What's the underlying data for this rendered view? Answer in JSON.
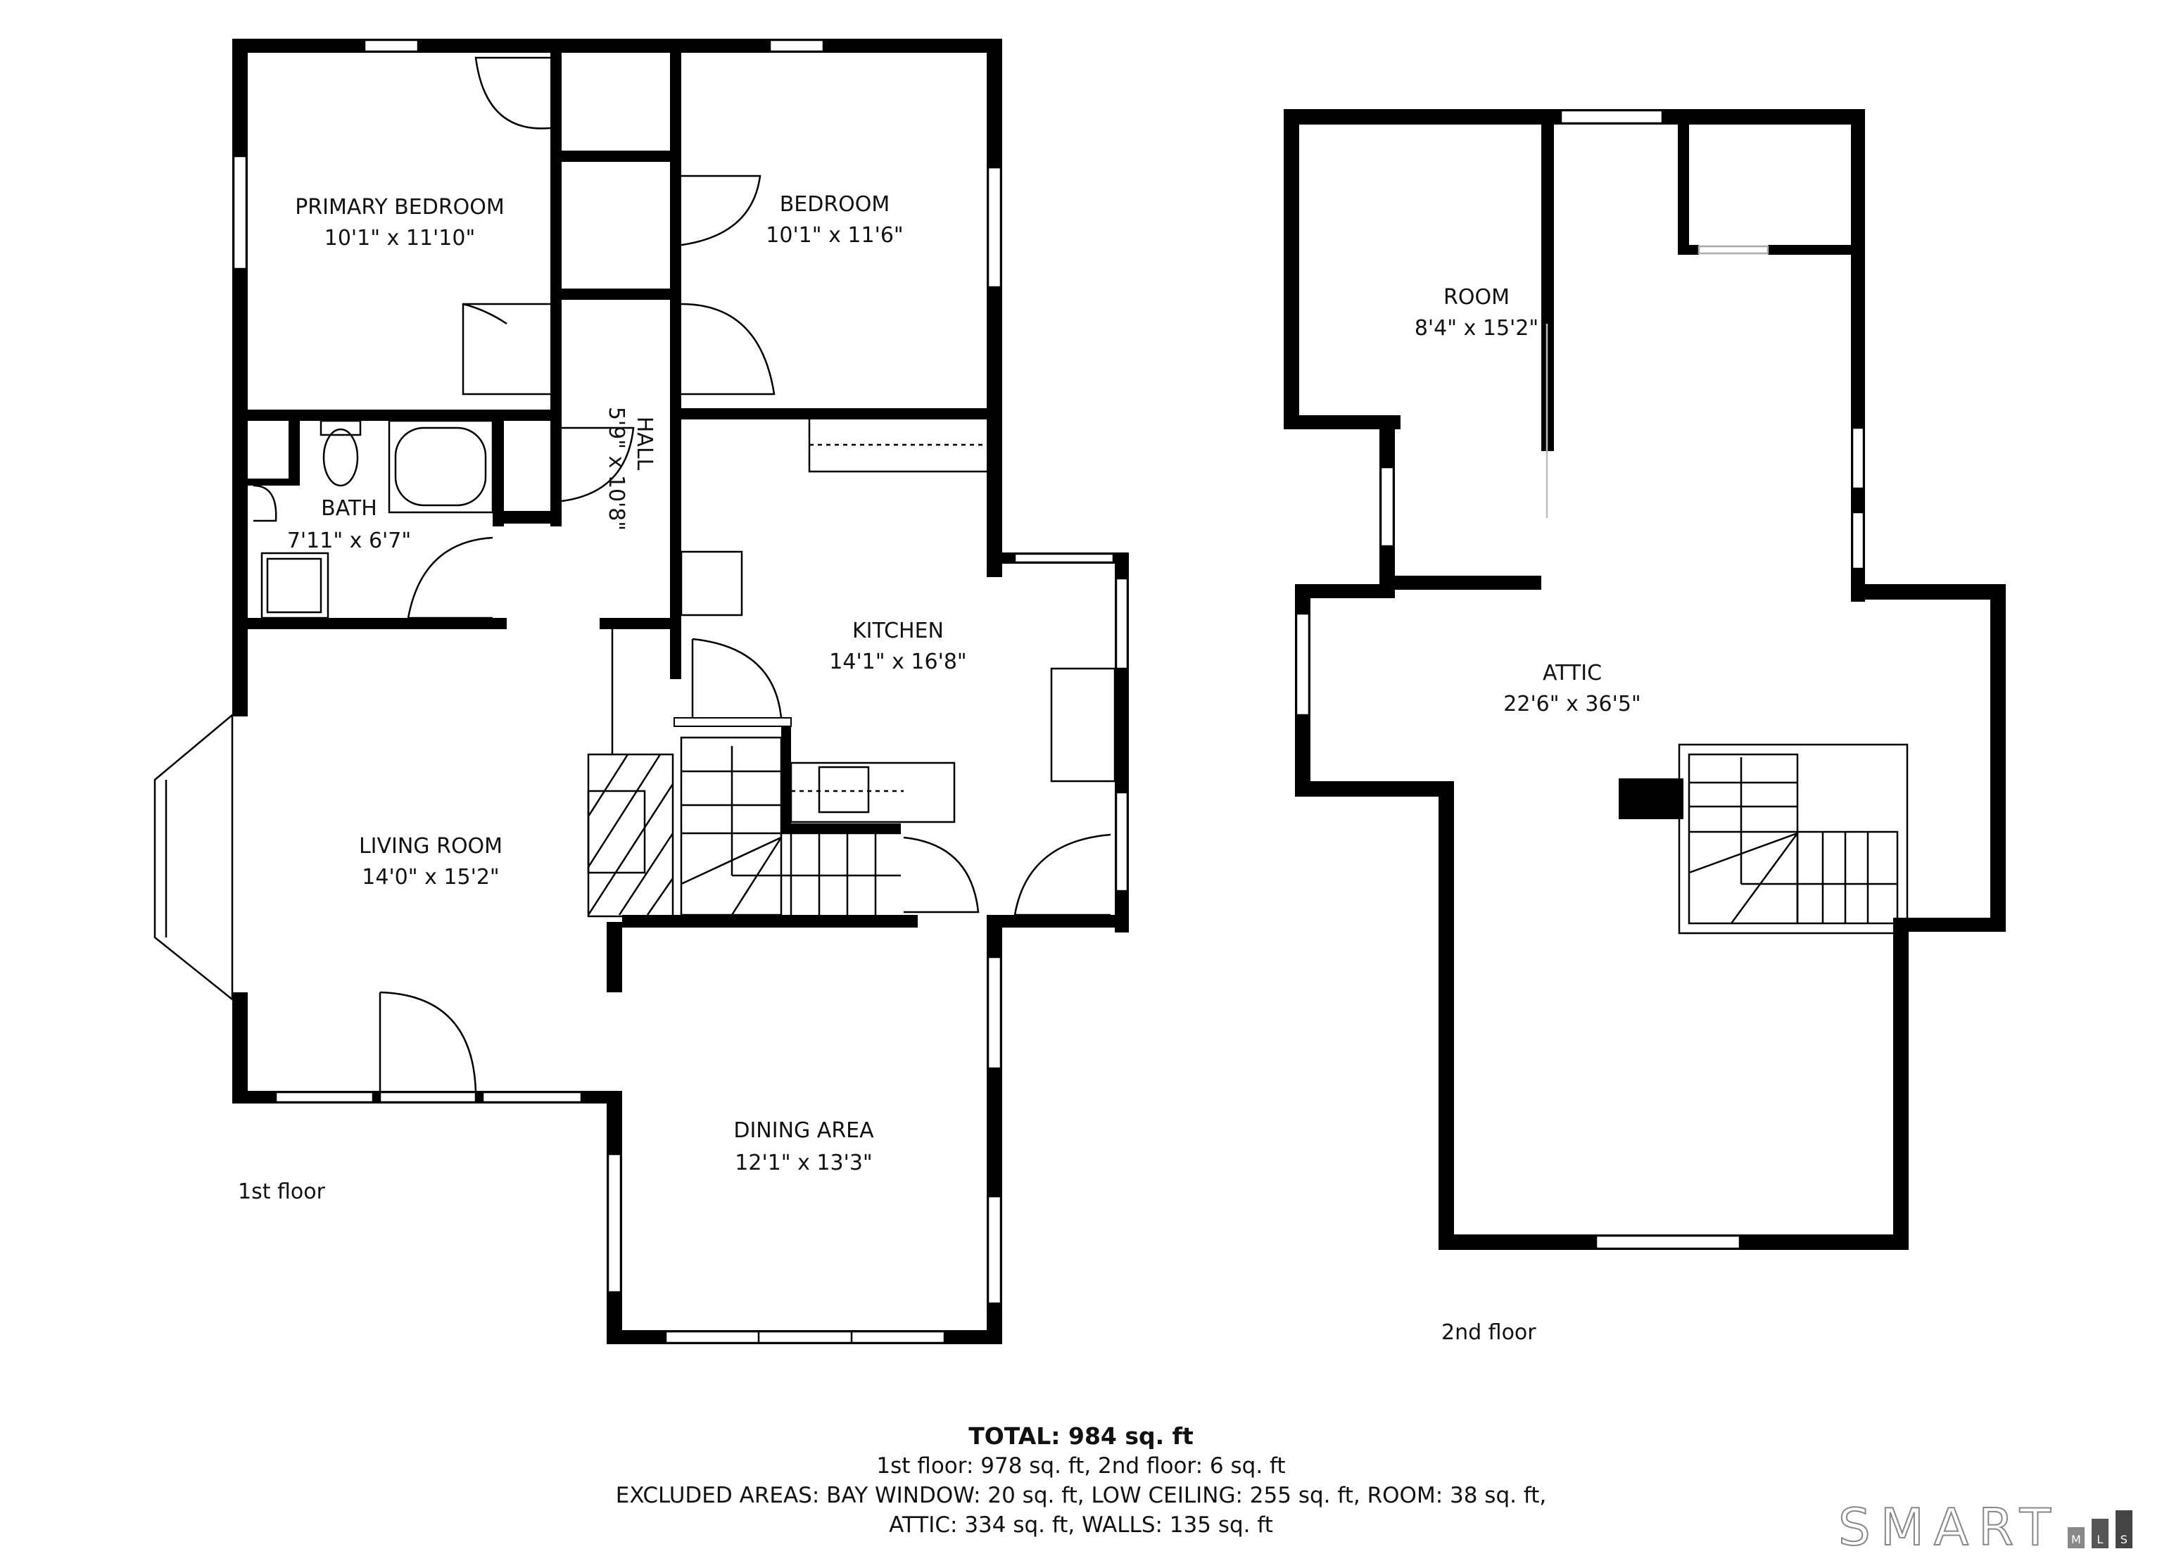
{
  "floor_1": {
    "label": "1st floor",
    "rooms": [
      {
        "name": "PRIMARY BEDROOM",
        "dims": "10'1\" x 11'10\""
      },
      {
        "name": "BEDROOM",
        "dims": "10'1\" x 11'6\""
      },
      {
        "name": "HALL",
        "dims": "5'9\" x 10'8\""
      },
      {
        "name": "BATH",
        "dims": "7'11\" x 6'7\""
      },
      {
        "name": "KITCHEN",
        "dims": "14'1\" x 16'8\""
      },
      {
        "name": "LIVING ROOM",
        "dims": "14'0\" x 15'2\""
      },
      {
        "name": "DINING AREA",
        "dims": "12'1\" x 13'3\""
      }
    ]
  },
  "floor_2": {
    "label": "2nd floor",
    "rooms": [
      {
        "name": "ROOM",
        "dims": "8'4\" x 15'2\""
      },
      {
        "name": "ATTIC",
        "dims": "22'6\" x 36'5\""
      }
    ]
  },
  "summary": {
    "total": "TOTAL: 984 sq. ft",
    "floors": "1st floor: 978 sq. ft, 2nd floor: 6 sq. ft",
    "excluded_line1": "EXCLUDED AREAS: BAY WINDOW: 20 sq. ft, LOW CEILING: 255 sq. ft, ROOM: 38 sq. ft,",
    "excluded_line2": "ATTIC: 334 sq. ft, WALLS: 135 sq. ft"
  },
  "logo": {
    "word": "SMART",
    "boxes": [
      "M",
      "L",
      "S"
    ],
    "box_colors": [
      "#888888",
      "#555555",
      "#444444"
    ]
  },
  "colors": {
    "wall": "#000000",
    "background": "#ffffff",
    "text": "#111111"
  }
}
